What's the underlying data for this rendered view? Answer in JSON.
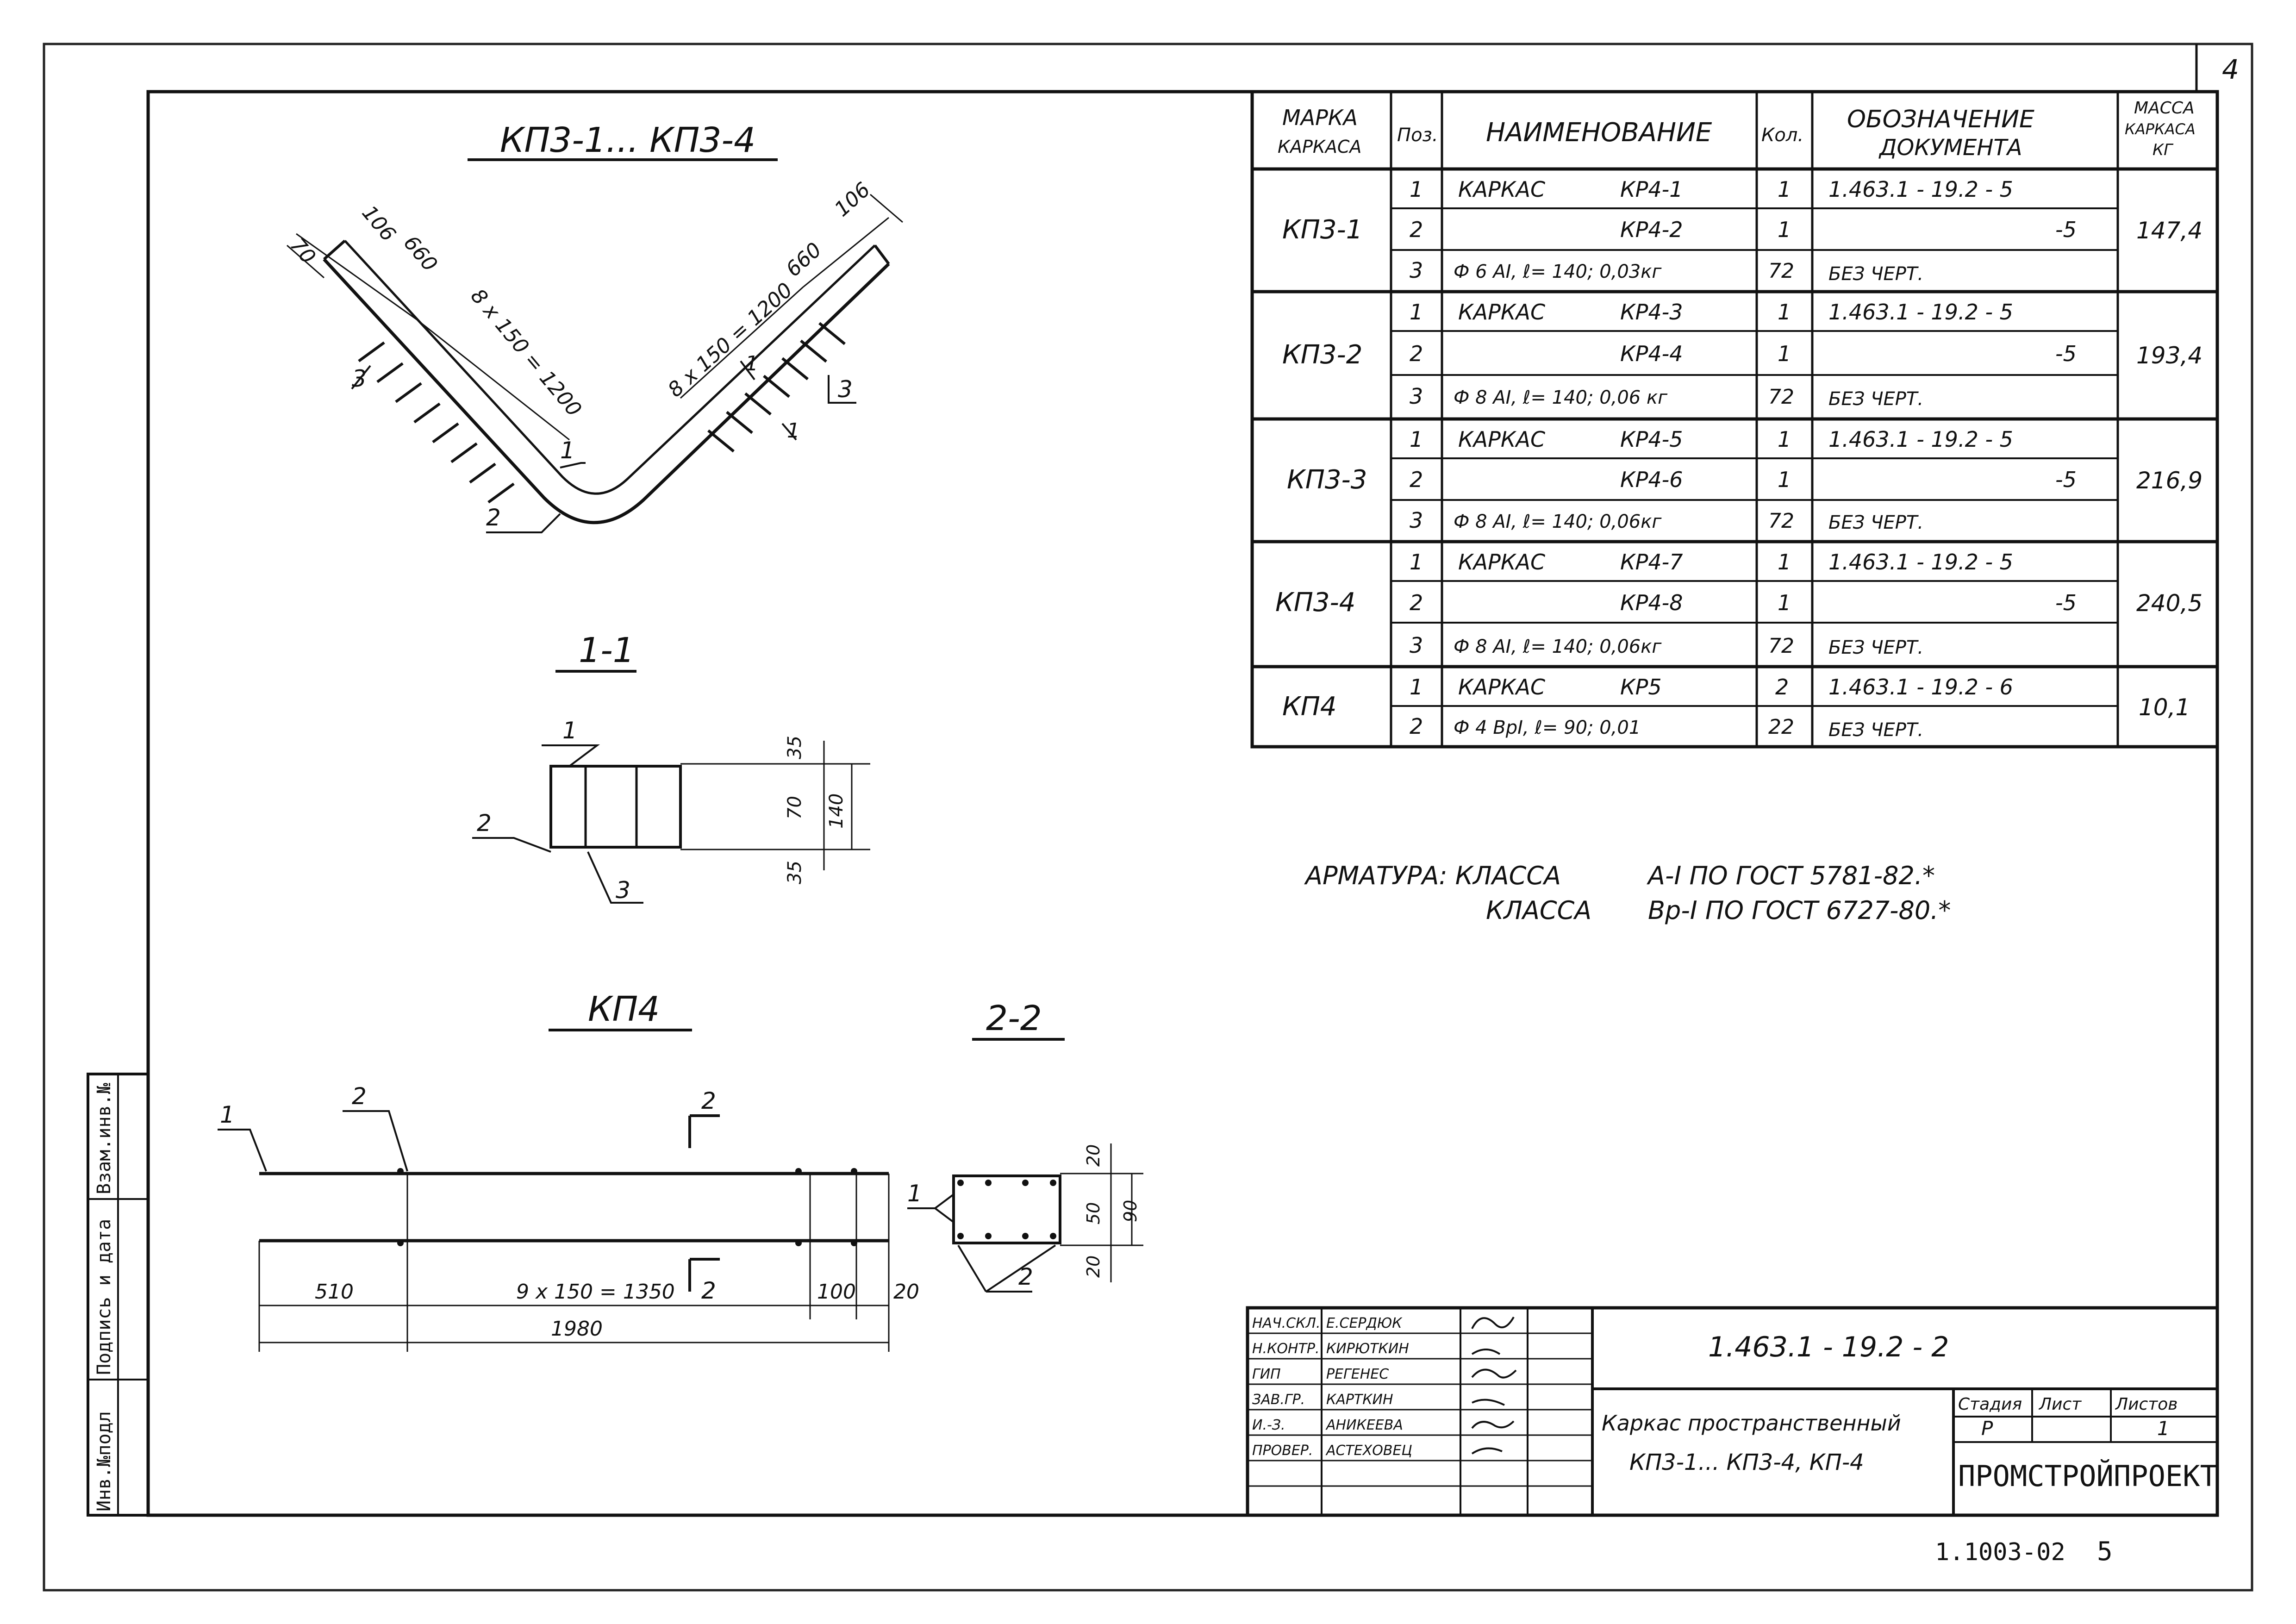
{
  "sheet_number": "4",
  "bottom_code": "1.1003-02",
  "bottom_page": "5",
  "views": {
    "kp3_title": "КП3-1... КП3-4",
    "kp3_dims": {
      "d70": "70",
      "d106_left": "106",
      "d660_left": "660",
      "d8x150_left": "8 x 150 = 1200",
      "d8x150_right": "8 x 150 = 1200",
      "d660_right": "660",
      "d106_right": "106"
    },
    "kp3_callouts": {
      "c1": "1",
      "c2": "2",
      "c3_left": "3",
      "c3_right": "3",
      "sec1": "1",
      "sec1b": "1"
    },
    "section_1_title": "1-1",
    "section_1": {
      "c1": "1",
      "c2": "2",
      "c3": "3",
      "d35_top": "35",
      "d70": "70",
      "d140": "140",
      "d35_bot": "35"
    },
    "kp4_title": "КП4",
    "kp4": {
      "c1": "1",
      "c2": "2",
      "sec2_top": "2",
      "sec2_bot": "2",
      "d510": "510",
      "d9x150": "9 x 150 = 1350",
      "d100": "100",
      "d20": "20",
      "d1980": "1980"
    },
    "section_2_title": "2-2",
    "section_2": {
      "c1": "1",
      "c2": "2",
      "d20_top": "20",
      "d50": "50",
      "d90": "90",
      "d20_bot": "20"
    }
  },
  "table": {
    "headers": {
      "mark": [
        "МАРКА",
        "КАРКАСА"
      ],
      "pos": "Поз.",
      "name": "НАИМЕНОВАНИЕ",
      "qty": "Кол.",
      "doc": [
        "ОБОЗНАЧЕНИЕ",
        "ДОКУМЕНТА"
      ],
      "mass": [
        "МАССА",
        "КАРКАСА",
        "КГ"
      ]
    },
    "groups": [
      {
        "mark": "КП3-1",
        "mass": "147,4",
        "rows": [
          {
            "pos": "1",
            "name_a": "КАРКАС",
            "name_b": "КР4-1",
            "qty": "1",
            "doc": "1.463.1 - 19.2 - 5"
          },
          {
            "pos": "2",
            "name_a": "",
            "name_b": "КР4-2",
            "qty": "1",
            "doc": "-5"
          },
          {
            "pos": "3",
            "name_a": "Ф 6 АI, ℓ= 140; 0,03кг",
            "name_b": "",
            "qty": "72",
            "doc": "БЕЗ ЧЕРТ."
          }
        ]
      },
      {
        "mark": "КП3-2",
        "mass": "193,4",
        "rows": [
          {
            "pos": "1",
            "name_a": "КАРКАС",
            "name_b": "КР4-3",
            "qty": "1",
            "doc": "1.463.1 - 19.2 - 5"
          },
          {
            "pos": "2",
            "name_a": "",
            "name_b": "КР4-4",
            "qty": "1",
            "doc": "-5"
          },
          {
            "pos": "3",
            "name_a": "Ф 8 АI, ℓ= 140; 0,06 кг",
            "name_b": "",
            "qty": "72",
            "doc": "БЕЗ ЧЕРТ."
          }
        ]
      },
      {
        "mark": "КП3-3",
        "mass": "216,9",
        "rows": [
          {
            "pos": "1",
            "name_a": "КАРКАС",
            "name_b": "КР4-5",
            "qty": "1",
            "doc": "1.463.1 - 19.2 - 5"
          },
          {
            "pos": "2",
            "name_a": "",
            "name_b": "КР4-6",
            "qty": "1",
            "doc": "-5"
          },
          {
            "pos": "3",
            "name_a": "Ф 8 АI, ℓ= 140; 0,06кг",
            "name_b": "",
            "qty": "72",
            "doc": "БЕЗ ЧЕРТ."
          }
        ]
      },
      {
        "mark": "КП3-4",
        "mass": "240,5",
        "rows": [
          {
            "pos": "1",
            "name_a": "КАРКАС",
            "name_b": "КР4-7",
            "qty": "1",
            "doc": "1.463.1 - 19.2 - 5"
          },
          {
            "pos": "2",
            "name_a": "",
            "name_b": "КР4-8",
            "qty": "1",
            "doc": "-5"
          },
          {
            "pos": "3",
            "name_a": "Ф 8 АI, ℓ= 140; 0,06кг",
            "name_b": "",
            "qty": "72",
            "doc": "БЕЗ ЧЕРТ."
          }
        ]
      },
      {
        "mark": "КП4",
        "mass": "10,1",
        "rows": [
          {
            "pos": "1",
            "name_a": "КАРКАС",
            "name_b": "КР5",
            "qty": "2",
            "doc": "1.463.1 - 19.2 - 6"
          },
          {
            "pos": "2",
            "name_a": "Ф 4 ВрI, ℓ= 90; 0,01",
            "name_b": "",
            "qty": "22",
            "doc": "БЕЗ ЧЕРТ."
          }
        ]
      }
    ]
  },
  "note": {
    "line1_a": "АРМАТУРА: КЛАССА",
    "line1_b": "А-I  ПО ГОСТ 5781-82.*",
    "line2_a": "КЛАССА",
    "line2_b": "Вр-I  ПО ГОСТ 6727-80.*"
  },
  "side_stamp": {
    "a": "Взам.инв.№",
    "b": "Подпись и дата",
    "c": "Инв.№подл"
  },
  "title_block": {
    "doc_code": "1.463.1 - 19.2 - 2",
    "title_line1": "Каркас пространственный",
    "title_line2": "КП3-1... КП3-4, КП-4",
    "stage_label": "Стадия",
    "sheet_label": "Лист",
    "sheets_label": "Листов",
    "stage": "Р",
    "sheet": "",
    "sheets": "1",
    "org": "ПРОМСТРОЙПРОЕКТ",
    "people": [
      {
        "role": "НАЧ.СКЛ.",
        "name": "Е.СЕРДЮК"
      },
      {
        "role": "Н.КОНТР.",
        "name": "КИРЮТКИН"
      },
      {
        "role": "ГИП",
        "name": "РЕГЕНЕС"
      },
      {
        "role": "ЗАВ.ГР.",
        "name": "КАРТКИН"
      },
      {
        "role": "И.-З.",
        "name": "АНИКЕЕВА"
      },
      {
        "role": "ПРОВЕР.",
        "name": "АСТЕХОВЕЦ"
      }
    ]
  }
}
